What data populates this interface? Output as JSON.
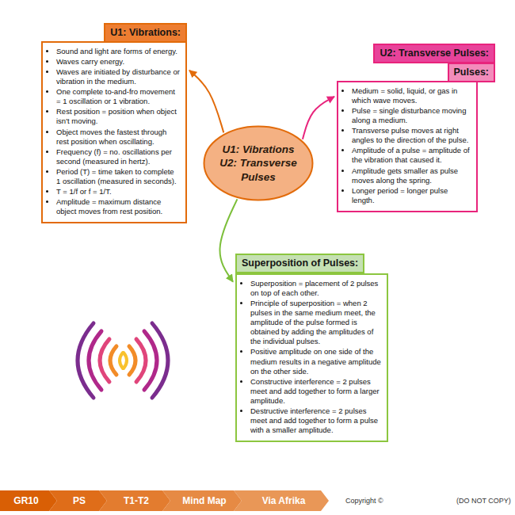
{
  "diagram": {
    "nodes": [
      {
        "text": [
          "U1: Vibrations:",
          "Sound and light are forms of energy.",
          "Waves carry energy.",
          "Waves are initiated by disturbance or vibration in the medium.",
          "One complete to-and-fro movement = 1 oscillation or 1 vibration.",
          "Rest position = position when object isn't moving.",
          "Object moves the fastest through rest position when oscillating.",
          "Frequency (f) = no. oscillations per second (measured in hertz).",
          "Period (T) = time taken to complete 1 oscillation (measured in seconds).",
          "T = 1/f or f = 1/T.",
          "Amplitude = maximum distance object moves from rest position."
        ]
      },
      {
        "text": [
          "U1: Vibrations",
          "U2: Transverse Pulses"
        ]
      },
      {
        "text": [
          "U2: Transverse Pulses:",
          "Pulses:",
          "Medium = solid, liquid, or gas in which wave moves.",
          "Pulse = single disturbance moving along a medium.",
          "Transverse pulse moves at right angles to the direction of the pulse.",
          "Amplitude of a pulse = amplitude of the vibration that caused it.",
          "Amplitude gets smaller as pulse moves along the spring.",
          "Longer period = longer pulse length."
        ]
      },
      {
        "text": [
          "Superposition of Pulses:",
          "Superposition = placement of 2 pulses on top of each other.",
          "Principle of superposition = when 2 pulses in the same medium meet, the amplitude of the pulse formed is obtained by adding the amplitudes of the individual pulses.",
          "Positive amplitude on one side of the medium results in a negative amplitude on the other side.",
          "Constructive interference = 2 pulses meet and add together to form a larger amplitude.",
          "Destructive interference = 2 pulses meet and add together to form a pulse with a smaller amplitude."
        ]
      }
    ],
    "edges": [
      {
        "from": 1,
        "to": 0,
        "arrow": "to"
      },
      {
        "from": 1,
        "to": 2,
        "arrow": "to"
      },
      {
        "from": 1,
        "to": 3,
        "arrow": "to"
      }
    ],
    "labels": [
      "GR10",
      "PS",
      "T1-T2",
      "Mind Map",
      "Via Afrika",
      "Copyright ©",
      "(DO NOT COPY)"
    ]
  }
}
